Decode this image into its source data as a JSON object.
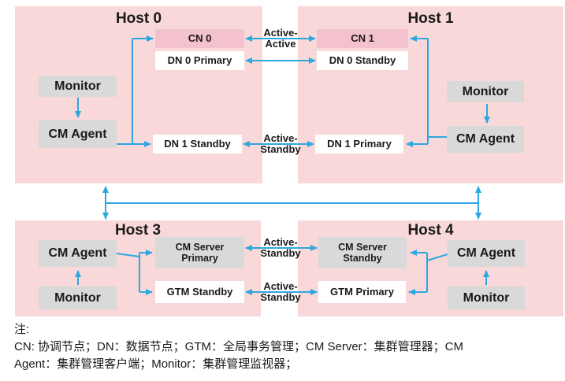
{
  "hosts": [
    {
      "title": "Host 0",
      "nodes": {
        "cn": "CN 0",
        "dn_top": "DN 0 Primary",
        "monitor": "Monitor",
        "cm_agent": "CM Agent",
        "dn_bottom": "DN 1 Standby"
      }
    },
    {
      "title": "Host 1",
      "nodes": {
        "cn": "CN 1",
        "dn_top": "DN 0 Standby",
        "monitor": "Monitor",
        "cm_agent": "CM Agent",
        "dn_bottom": "DN 1 Primary"
      }
    },
    {
      "title": "Host 3",
      "nodes": {
        "cm_agent": "CM Agent",
        "monitor": "Monitor",
        "cm_server": "CM Server\nPrimary",
        "gtm": "GTM Standby"
      }
    },
    {
      "title": "Host 4",
      "nodes": {
        "cm_server": "CM Server\nStandby",
        "gtm": "GTM Primary",
        "cm_agent": "CM Agent",
        "monitor": "Monitor"
      }
    }
  ],
  "links": {
    "cn_link": "Active-\nActive",
    "dn1_link": "Active-\nStandby",
    "cm_server_link": "Active-\nStandby",
    "gtm_link": "Active-\nStandby"
  },
  "note": {
    "title": "注:",
    "lines": [
      "CN: 协调节点；DN：数据节点；GTM：全局事务管理；CM Server：集群管理器；CM",
      "Agent：集群管理客户端；Monitor：集群管理监视器；"
    ]
  },
  "colors": {
    "panel_pink": "#f8d8d8",
    "cn_box_pink": "#f3c2ce",
    "gray_box": "#d9d9d9",
    "white_box": "#ffffff",
    "arrow_blue": "#2da7e0",
    "text": "#1a1a1a"
  }
}
